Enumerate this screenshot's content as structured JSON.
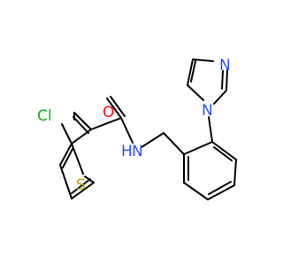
{
  "molecule": {
    "atoms": [
      {
        "symbol": "Cl",
        "color": "#1db01d",
        "name": "chlorine-atom"
      },
      {
        "symbol": "O",
        "color": "#ff0d0d",
        "name": "oxygen-atom"
      },
      {
        "symbol": "N",
        "color": "#3050f8",
        "name": "amide-nitrogen-atom"
      },
      {
        "symbol": "H",
        "color": "#3050f8",
        "name": "amide-hydrogen-atom"
      },
      {
        "symbol": "S",
        "color": "#c8a000",
        "name": "sulfur-atom"
      },
      {
        "symbol": "N",
        "color": "#3050f8",
        "name": "imidazole-n1-atom"
      },
      {
        "symbol": "N",
        "color": "#3050f8",
        "name": "imidazole-n3-atom"
      }
    ]
  }
}
